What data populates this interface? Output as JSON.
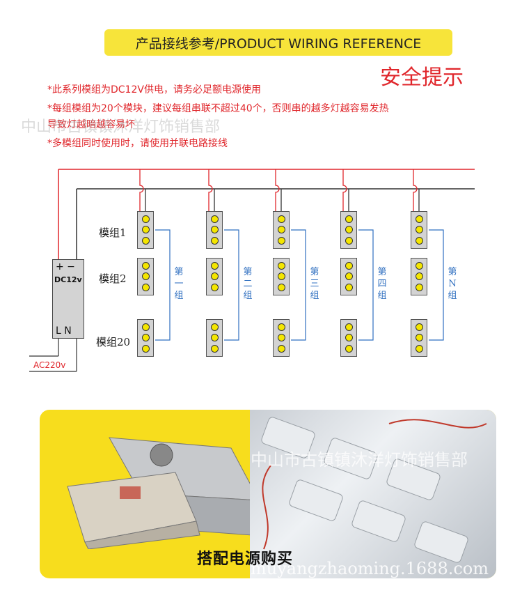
{
  "header": {
    "title": "产品接线参考/PRODUCT WIRING REFERENCE",
    "safety_title": "安全提示"
  },
  "notes": [
    "*此系列模组为DC12V供电，请务必足额电源使用",
    "*每组模组为20个模块，建议每组串联不超过40个，否则串的越多灯越容易发热",
    "导致灯越暗越容易坏",
    "*多模组同时使用时，请使用并联电路接线"
  ],
  "diagram": {
    "module_labels": [
      "模组1",
      "模组2",
      "模组20"
    ],
    "groups": [
      "第一组",
      "第二组",
      "第三组",
      "第四组",
      "第N组"
    ],
    "psu_terminals_top": "+ −",
    "psu_name": "DC12v",
    "psu_terminals_bottom": "L  N",
    "ac_label": "AC220v",
    "colors": {
      "positive_wire": "#e0262b",
      "negative_wire": "#333333",
      "group_bracket": "#2f6fc0",
      "led": "#f4e600"
    }
  },
  "watermarks": {
    "shop": "中山市古镇镇沐洋灯饰销售部",
    "site": "muyangzhaoming.1688.com"
  },
  "photo": {
    "caption": "搭配电源购买",
    "background": "#f7dd1d"
  }
}
